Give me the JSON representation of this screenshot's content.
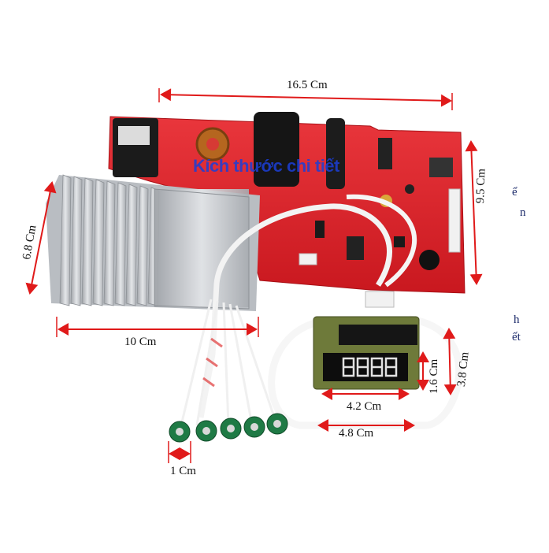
{
  "dimensions": {
    "width_top": "16.5 Cm",
    "height_right": "9.5 Cm",
    "heatsink_height": "6.8 Cm",
    "heatsink_width": "10 Cm",
    "display_width_inner": "4.2 Cm",
    "display_width_outer": "4.8 Cm",
    "display_height_inner": "1.6 Cm",
    "display_height_outer": "3.8 Cm",
    "button_pitch": "1 Cm"
  },
  "overlay_text": "Kích thước chi tiết",
  "edge_fragments": [
    "ể",
    "n",
    "h",
    "ết"
  ],
  "colors": {
    "pcb_red": "#e0242c",
    "dimension_line": "#e01a1a",
    "overlay_blue": "#1b3fd6",
    "heatsink_silver": "#c9ccd0",
    "display_green_board": "#6e7a3a",
    "button_green": "#1f7a45"
  }
}
